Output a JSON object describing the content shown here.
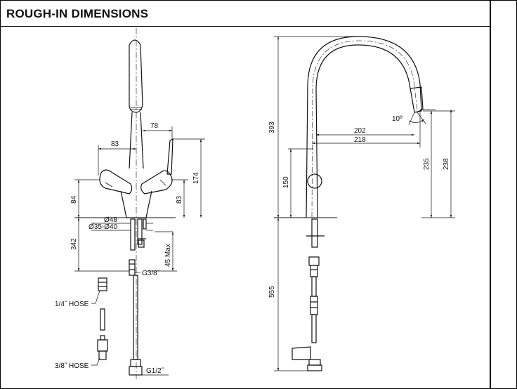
{
  "header": {
    "title": "ROUGH-IN DIMENSIONS"
  },
  "front_view": {
    "dim_78": "78",
    "dim_83_top": "83",
    "dim_174": "174",
    "dim_84": "84",
    "dim_83_side": "83",
    "dim_d48": "Ø48",
    "dim_d35_40": "Ø35-Ø40",
    "dim_342": "342",
    "dim_45max": "45 Max",
    "dim_g38": "G3/8˝",
    "hose_14": "1/4˝ HOSE",
    "hose_38": "3/8˝ HOSE",
    "dim_g12": "G1/2˝"
  },
  "side_view": {
    "dim_393": "393",
    "dim_10deg": "10º",
    "dim_202": "202",
    "dim_218": "218",
    "dim_150": "150",
    "dim_235": "235",
    "dim_238": "238",
    "dim_555": "555"
  }
}
